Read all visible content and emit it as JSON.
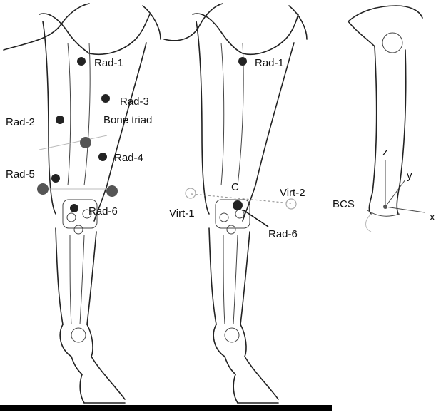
{
  "panel_left": {
    "labels": {
      "rad1": "Rad-1",
      "rad2": "Rad-2",
      "rad3": "Rad-3",
      "rad4": "Rad-4",
      "rad5": "Rad-5",
      "rad6": "Rad-6",
      "bone_triad": "Bone triad"
    }
  },
  "panel_middle": {
    "labels": {
      "rad1": "Rad-1",
      "rad6": "Rad-6",
      "center": "C",
      "virt1": "Virt-1",
      "virt2": "Virt-2"
    }
  },
  "panel_right": {
    "labels": {
      "x": "x",
      "y": "y",
      "z": "z",
      "bcs": "BCS"
    }
  },
  "colors": {
    "marker": "#222222",
    "marker_grey": "#555555",
    "ground": "#000000"
  }
}
